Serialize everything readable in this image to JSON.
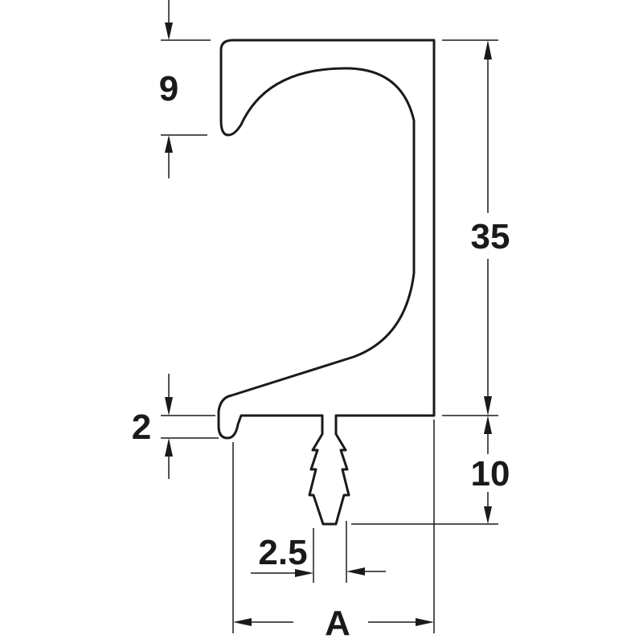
{
  "dimensions": {
    "top_lip_height": "9",
    "overall_height": "35",
    "bottom_lip_height": "2",
    "tongue_length": "10",
    "tongue_width": "2.5",
    "width": "A"
  },
  "colors": {
    "line": "#1a1a1a",
    "background": "#ffffff"
  }
}
